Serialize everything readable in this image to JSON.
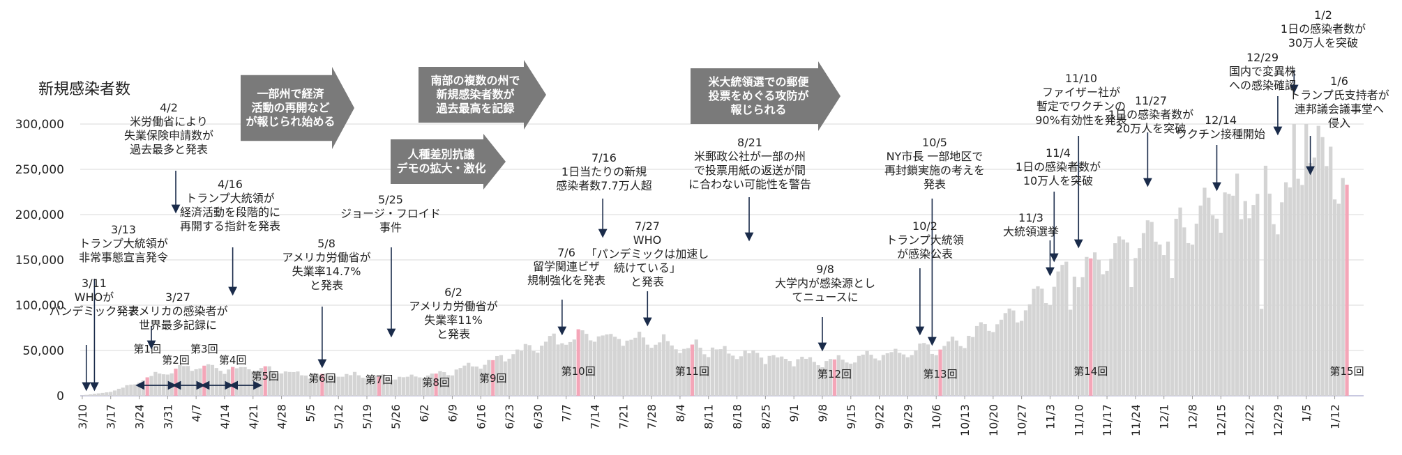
{
  "chart_data": {
    "type": "bar",
    "ylabel": "新規感染者数",
    "ylim": [
      0,
      300000
    ],
    "yticks": [
      0,
      50000,
      100000,
      150000,
      200000,
      250000,
      300000
    ],
    "ytick_labels": [
      "0",
      "50,000",
      "100,000",
      "150,000",
      "200,000",
      "250,000",
      "300,000"
    ],
    "grid": true,
    "x_start": "2020-03-10",
    "days": 312,
    "xtick_labels": [
      "3/10",
      "3/17",
      "3/24",
      "3/31",
      "4/7",
      "4/14",
      "4/21",
      "4/28",
      "5/5",
      "5/12",
      "5/19",
      "5/26",
      "6/2",
      "6/9",
      "6/16",
      "6/23",
      "6/30",
      "7/7",
      "7/14",
      "7/21",
      "7/28",
      "8/4",
      "8/11",
      "8/18",
      "8/25",
      "9/1",
      "9/8",
      "9/15",
      "9/22",
      "9/29",
      "10/6",
      "10/13",
      "10/20",
      "10/27",
      "11/3",
      "11/10",
      "11/17",
      "11/24",
      "12/1",
      "12/8",
      "12/15",
      "12/22",
      "12/29",
      "1/5",
      "1/12"
    ],
    "anchors": [
      {
        "d": 0,
        "v": 500
      },
      {
        "d": 5,
        "v": 3000
      },
      {
        "d": 8,
        "v": 6000
      },
      {
        "d": 12,
        "v": 12000
      },
      {
        "d": 16,
        "v": 20000
      },
      {
        "d": 21,
        "v": 26000
      },
      {
        "d": 25,
        "v": 31000
      },
      {
        "d": 30,
        "v": 33000
      },
      {
        "d": 34,
        "v": 30000
      },
      {
        "d": 37,
        "v": 29000
      },
      {
        "d": 42,
        "v": 31000
      },
      {
        "d": 47,
        "v": 28000
      },
      {
        "d": 52,
        "v": 25000
      },
      {
        "d": 57,
        "v": 22000
      },
      {
        "d": 63,
        "v": 23000
      },
      {
        "d": 70,
        "v": 22000
      },
      {
        "d": 77,
        "v": 20000
      },
      {
        "d": 84,
        "v": 22000
      },
      {
        "d": 91,
        "v": 27000
      },
      {
        "d": 98,
        "v": 35000
      },
      {
        "d": 105,
        "v": 45000
      },
      {
        "d": 112,
        "v": 55000
      },
      {
        "d": 119,
        "v": 62000
      },
      {
        "d": 126,
        "v": 67000
      },
      {
        "d": 133,
        "v": 65000
      },
      {
        "d": 140,
        "v": 63000
      },
      {
        "d": 147,
        "v": 55000
      },
      {
        "d": 154,
        "v": 52000
      },
      {
        "d": 161,
        "v": 48000
      },
      {
        "d": 168,
        "v": 43000
      },
      {
        "d": 175,
        "v": 40000
      },
      {
        "d": 182,
        "v": 38000
      },
      {
        "d": 189,
        "v": 40000
      },
      {
        "d": 196,
        "v": 44000
      },
      {
        "d": 203,
        "v": 48000
      },
      {
        "d": 210,
        "v": 55000
      },
      {
        "d": 217,
        "v": 62000
      },
      {
        "d": 224,
        "v": 78000
      },
      {
        "d": 231,
        "v": 95000
      },
      {
        "d": 238,
        "v": 120000
      },
      {
        "d": 245,
        "v": 138000
      },
      {
        "d": 252,
        "v": 160000
      },
      {
        "d": 259,
        "v": 175000
      },
      {
        "d": 266,
        "v": 178000
      },
      {
        "d": 273,
        "v": 200000
      },
      {
        "d": 280,
        "v": 215000
      },
      {
        "d": 287,
        "v": 225000
      },
      {
        "d": 294,
        "v": 215000
      },
      {
        "d": 301,
        "v": 260000
      },
      {
        "d": 306,
        "v": 245000
      },
      {
        "d": 311,
        "v": 225000
      }
    ],
    "overrides": [
      {
        "d": 243,
        "v": 95000
      },
      {
        "d": 258,
        "v": 120000
      },
      {
        "d": 268,
        "v": 130000
      },
      {
        "d": 280,
        "v": 180000
      },
      {
        "d": 285,
        "v": 195000
      },
      {
        "d": 290,
        "v": 96000
      },
      {
        "d": 297,
        "v": 230000
      },
      {
        "d": 298,
        "v": 300000
      },
      {
        "d": 301,
        "v": 300000
      },
      {
        "d": 304,
        "v": 298000
      },
      {
        "d": 307,
        "v": 275000
      },
      {
        "d": 309,
        "v": 212000
      },
      {
        "d": 311,
        "v": 233000
      }
    ],
    "rounds": [
      {
        "label": "第1回",
        "d": 16
      },
      {
        "label": "第2回",
        "d": 23
      },
      {
        "label": "第3回",
        "d": 30
      },
      {
        "label": "第4回",
        "d": 37
      },
      {
        "label": "第5回",
        "d": 45
      },
      {
        "label": "第6回",
        "d": 59
      },
      {
        "label": "第7回",
        "d": 73
      },
      {
        "label": "第8回",
        "d": 87
      },
      {
        "label": "第9回",
        "d": 101
      },
      {
        "label": "第10回",
        "d": 122
      },
      {
        "label": "第11回",
        "d": 150
      },
      {
        "label": "第12回",
        "d": 185
      },
      {
        "label": "第13回",
        "d": 211
      },
      {
        "label": "第14回",
        "d": 248
      },
      {
        "label": "第15回",
        "d": 311
      }
    ],
    "events": [
      {
        "date": "3/11",
        "lines": [
          "3/11",
          "WHOが",
          "パンデミック発表"
        ]
      },
      {
        "date": "3/13",
        "lines": [
          "3/13",
          "トランプ大統領が",
          "非常事態宣言発令"
        ]
      },
      {
        "date": "3/27",
        "lines": [
          "3/27",
          "アメリカの感染者が",
          "世界最多記録に"
        ]
      },
      {
        "date": "4/2",
        "lines": [
          "4/2",
          "米労働省により",
          "失業保険申請数が",
          "過去最多と発表"
        ]
      },
      {
        "date": "4/16",
        "lines": [
          "4/16",
          "トランプ大統領が",
          "経済活動を段階的に",
          "再開する指針を発表"
        ]
      },
      {
        "date": "5/8",
        "lines": [
          "5/8",
          "アメリカ労働省が",
          "失業率14.7%",
          "と発表"
        ]
      },
      {
        "date": "5/25",
        "lines": [
          "5/25",
          "ジョージ・フロイド",
          "事件"
        ]
      },
      {
        "date": "6/2",
        "lines": [
          "6/2",
          "アメリカ労働省が",
          "失業率11%",
          "と発表"
        ]
      },
      {
        "date": "7/6",
        "lines": [
          "7/6",
          "留学関連ビザ",
          "規制強化を発表"
        ]
      },
      {
        "date": "7/16",
        "lines": [
          "7/16",
          "1日当たりの新規",
          "感染者数7.7万人超"
        ]
      },
      {
        "date": "7/27",
        "lines": [
          "7/27",
          "WHO",
          "「パンデミックは加速し",
          "続けている」",
          "と発表"
        ]
      },
      {
        "date": "8/21",
        "lines": [
          "8/21",
          "米郵政公社が一部の州",
          "で投票用紙の返送が間",
          "に合わない可能性を警告"
        ]
      },
      {
        "date": "9/8",
        "lines": [
          "9/8",
          "大学内が感染源とし",
          "てニュースに"
        ]
      },
      {
        "date": "10/2",
        "lines": [
          "10/2",
          "トランプ大統領",
          "が感染公表"
        ]
      },
      {
        "date": "10/5",
        "lines": [
          "10/5",
          "NY市長 一部地区で",
          "再封鎖実施の考えを",
          "発表"
        ]
      },
      {
        "date": "11/3",
        "lines": [
          "11/3",
          "大統領選挙"
        ]
      },
      {
        "date": "11/4",
        "lines": [
          "11/4",
          "1日の感染者数が",
          "10万人を突破"
        ]
      },
      {
        "date": "11/10",
        "lines": [
          "11/10",
          "ファイザー社が",
          "暫定でワクチンの",
          "90%有効性を発表"
        ]
      },
      {
        "date": "11/27",
        "lines": [
          "11/27",
          "1日の感染者数が",
          "20万人を突破"
        ]
      },
      {
        "date": "12/14",
        "lines": [
          "12/14",
          "ワクチン接種開始"
        ]
      },
      {
        "date": "12/29",
        "lines": [
          "12/29",
          "国内で変異株",
          "への感染確認"
        ]
      },
      {
        "date": "1/2",
        "lines": [
          "1/2",
          "1日の感染者数が",
          "30万人を突破"
        ]
      },
      {
        "date": "1/6",
        "lines": [
          "1/6",
          "トランプ氏支持者が",
          "連邦議会議事堂へ",
          "侵入"
        ]
      }
    ],
    "phases": [
      {
        "lines": [
          "一部州で経済",
          "活動の再開など",
          "が報じられ始める"
        ]
      },
      {
        "lines": [
          "人種差別抗議",
          "デモの拡大・激化"
        ]
      },
      {
        "lines": [
          "南部の複数の州で",
          "新規感染者数が",
          "過去最高を記録"
        ]
      },
      {
        "lines": [
          "米大統領選での郵便",
          "投票をめぐる攻防が",
          "報じられる"
        ]
      }
    ],
    "colors": {
      "bar": "#d4d4d4",
      "highlight": "#f4a6b8",
      "arrow": "#7a7a7a",
      "grid": "#d9d9d9",
      "axis": "#c8c8e0"
    }
  }
}
